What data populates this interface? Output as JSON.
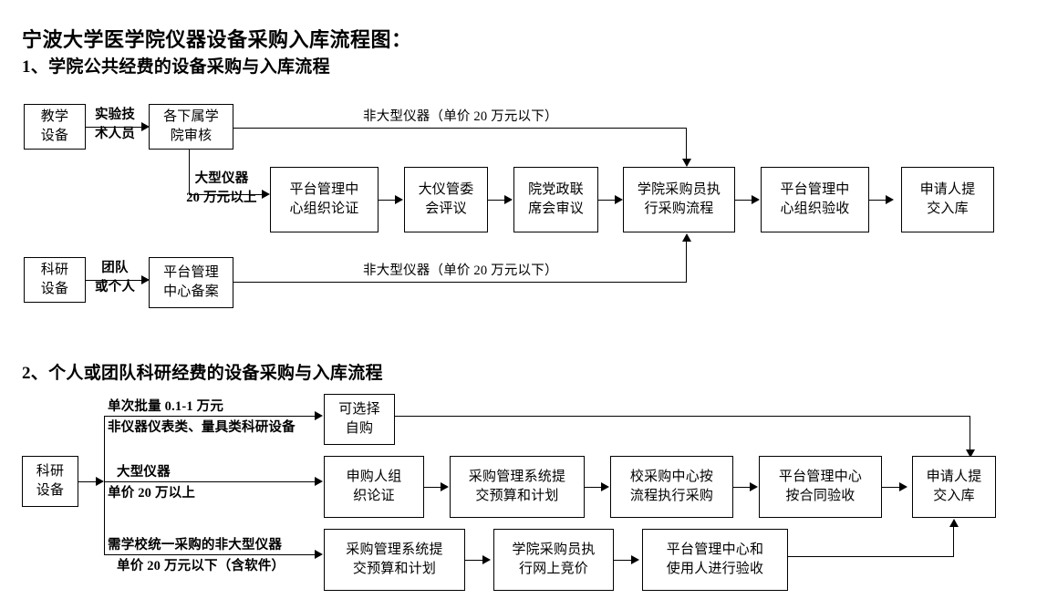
{
  "document": {
    "title": "宁波大学医学院仪器设备采购入库流程图：",
    "section1_heading": "1、学院公共经费的设备采购与入库流程",
    "section2_heading": "2、个人或团队科研经费的设备采购与入库流程"
  },
  "section1": {
    "nodes": {
      "teaching_equipment": {
        "line1": "教学",
        "line2": "设备"
      },
      "college_review": {
        "line1": "各下属学",
        "line2": "院审核"
      },
      "research_equipment": {
        "line1": "科研",
        "line2": "设备"
      },
      "platform_record": {
        "line1": "平台管理",
        "line2": "中心备案"
      },
      "platform_argue": {
        "line1": "平台管理中",
        "line2": "心组织论证"
      },
      "committee_review": {
        "line1": "大仪管委",
        "line2": "会评议"
      },
      "party_meeting": {
        "line1": "院党政联",
        "line2": "席会审议"
      },
      "college_buyer": {
        "line1": "学院采购员执",
        "line2": "行采购流程"
      },
      "platform_accept": {
        "line1": "平台管理中",
        "line2": "心组织验收"
      },
      "applicant_storage": {
        "line1": "申请人提",
        "line2": "交入库"
      }
    },
    "edges": {
      "lab_tech": {
        "line1": "实验技",
        "line2": "术人员"
      },
      "team_or_person": {
        "line1": "团队",
        "line2": "或个人"
      },
      "large_instrument": {
        "line1": "大型仪器",
        "line2": "20 万元以上"
      },
      "non_large_top": "非大型仪器（单价 20 万元以下）",
      "non_large_bottom": "非大型仪器（单价 20 万元以下）"
    }
  },
  "section2": {
    "nodes": {
      "research_equipment": {
        "line1": "科研",
        "line2": "设备"
      },
      "self_purchase": {
        "line1": "可选择",
        "line2": "自购"
      },
      "applicant_argue": {
        "line1": "申购人组",
        "line2": "织论证"
      },
      "budget_plan_mid": {
        "line1": "采购管理系统提",
        "line2": "交预算和计划"
      },
      "school_center_buy": {
        "line1": "校采购中心按",
        "line2": "流程执行采购"
      },
      "platform_contract_accept": {
        "line1": "平台管理中心",
        "line2": "按合同验收"
      },
      "applicant_storage": {
        "line1": "申请人提",
        "line2": "交入库"
      },
      "budget_plan_bottom": {
        "line1": "采购管理系统提",
        "line2": "交预算和计划"
      },
      "college_buyer_bid": {
        "line1": "学院采购员执",
        "line2": "行网上竞价"
      },
      "platform_user_accept": {
        "line1": "平台管理中心和",
        "line2": "使用人进行验收"
      }
    },
    "edges": {
      "batch_small": {
        "line1": "单次批量 0.1-1 万元",
        "line2": "非仪器仪表类、量具类科研设备"
      },
      "large_instrument": {
        "line1": "大型仪器",
        "line2": "单价 20 万以上"
      },
      "school_unified": {
        "line1": "需学校统一采购的非大型仪器",
        "line2": "单价 20 万元以下（含软件）"
      }
    }
  }
}
